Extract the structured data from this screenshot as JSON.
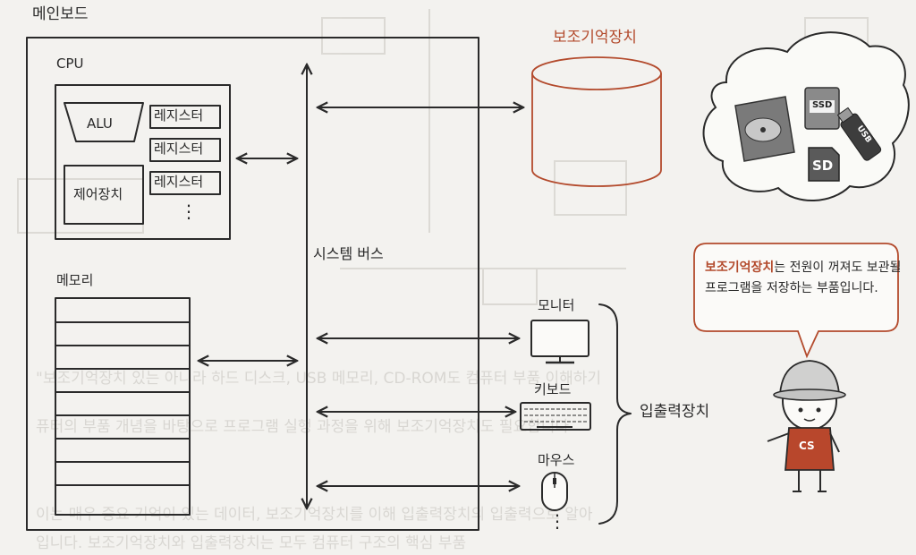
{
  "mainboard": {
    "title": "메인보드"
  },
  "cpu": {
    "title": "CPU",
    "alu": "ALU",
    "control_unit": "제어장치",
    "registers": [
      "레지스터",
      "레지스터",
      "레지스터"
    ],
    "more": "⋮"
  },
  "memory": {
    "title": "메모리"
  },
  "system_bus": {
    "label": "시스템 버스"
  },
  "secondary_storage": {
    "title": "보조기억장치",
    "devices": {
      "ssd": "SSD",
      "usb": "USB",
      "sd": "SD"
    }
  },
  "io": {
    "group_label": "입출력장치",
    "monitor": "모니터",
    "keyboard": "키보드",
    "mouse": "마우스",
    "more": "⋮"
  },
  "speech_bubble": {
    "highlight": "보조기억장치",
    "text": "는 전원이 꺼져도 보관될 프로그램을 저장하는 부품입니다."
  },
  "character": {
    "shirt": "CS"
  },
  "colors": {
    "accent": "#b34a2c",
    "ink": "#2a2a2a",
    "background": "#f3f2ef"
  }
}
